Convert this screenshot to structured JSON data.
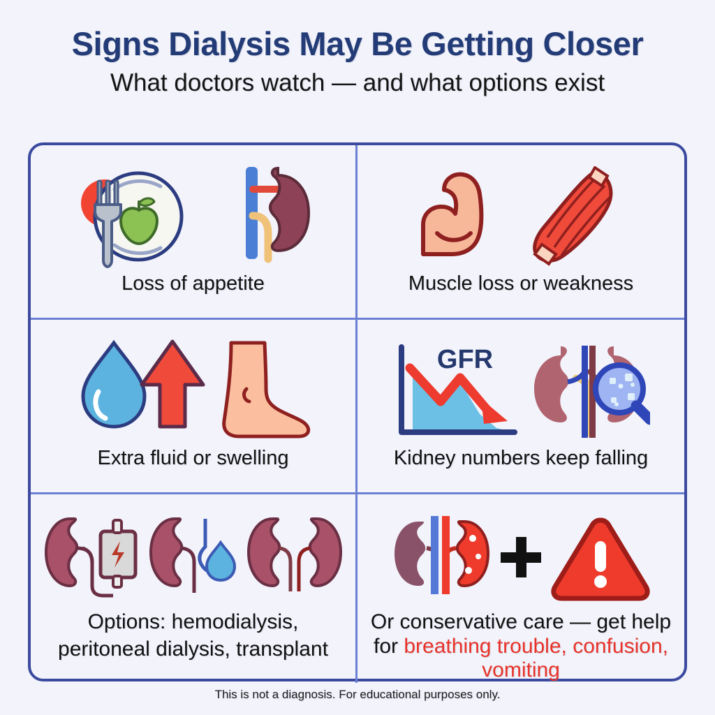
{
  "header": {
    "title": "Signs Dialysis May Be Getting Closer",
    "subtitle": "What doctors watch — and what options exist"
  },
  "colors": {
    "background": "#f2f3fb",
    "title_navy": "#233c77",
    "grid_border": "#3b4a9e",
    "grid_divider": "#6b7fd4",
    "alert_red": "#e8332a",
    "kidney_maroon": "#a85168",
    "water_blue": "#5cb3e0",
    "chart_area_blue": "#6cc0e5"
  },
  "cells": [
    {
      "id": "loss-of-appetite",
      "label": "Loss of appetite",
      "icons": [
        "plate-fork-apple-icon",
        "kidney-vessels-icon"
      ]
    },
    {
      "id": "muscle-loss",
      "label": "Muscle loss or weakness",
      "icons": [
        "flexed-bicep-icon",
        "muscle-fiber-icon"
      ]
    },
    {
      "id": "extra-fluid",
      "label": "Extra fluid or swelling",
      "icons": [
        "water-drop-icon",
        "up-arrow-icon",
        "swollen-foot-icon"
      ]
    },
    {
      "id": "kidney-numbers",
      "label": "Kidney numbers keep falling",
      "icons": [
        "gfr-declining-chart-icon",
        "kidneys-magnifier-icon"
      ],
      "chart_label": "GFR"
    },
    {
      "id": "treatment-options",
      "label_line1": "Options: hemodialysis,",
      "label_line2": "peritoneal dialysis, transplant",
      "icons": [
        "hemodialysis-machine-icon",
        "peritoneal-dialysis-icon",
        "kidney-transplant-icon"
      ]
    },
    {
      "id": "conservative-care",
      "label_part1": "Or conservative care — get help for ",
      "label_part2": "breathing trouble, confusion, vomiting",
      "icons": [
        "inflamed-kidneys-icon",
        "plus-sign-icon",
        "warning-triangle-icon"
      ]
    }
  ],
  "footer": {
    "disclaimer": "This is not a diagnosis. For educational purposes only."
  }
}
